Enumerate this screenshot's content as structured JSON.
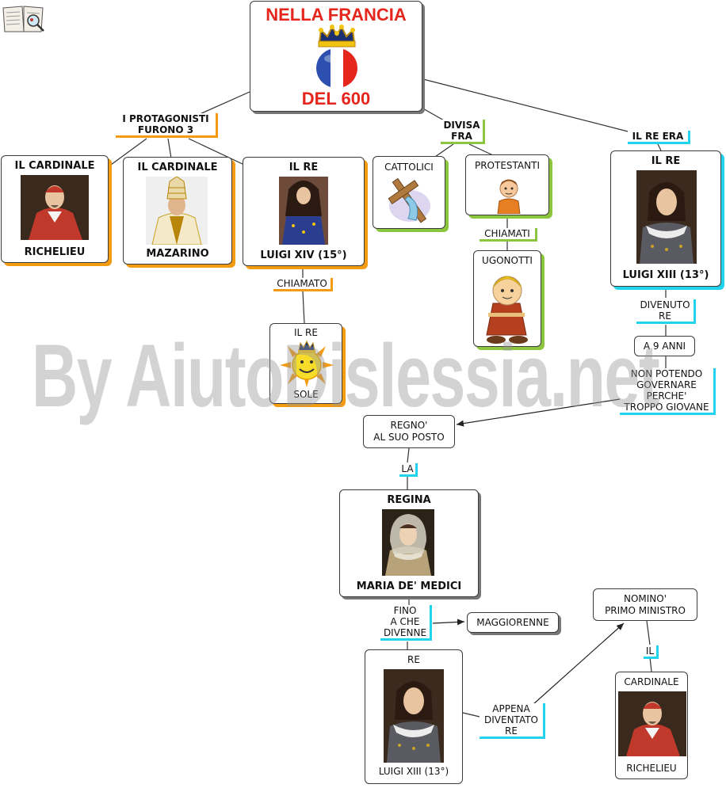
{
  "title": {
    "top": "NELLA FRANCIA",
    "bottom": "DEL 600"
  },
  "links": {
    "protagonisti": "I PROTAGONISTI\nFURONO 3",
    "divisa": "DIVISA\nFRA",
    "re_era": "IL RE ERA",
    "chiamato": "CHIAMATO",
    "chiamati": "CHIAMATI",
    "divenuto": "DIVENUTO\nRE",
    "non_potendo": "NON POTENDO\nGOVERNARE\nPERCHE'\nTROPPO GIOVANE",
    "la": "LA",
    "fino": "FINO\nA CHE\nDIVENNE",
    "appena": "APPENA\nDIVENTATO\nRE",
    "il": "IL"
  },
  "nodes": {
    "richelieu": {
      "top": "IL CARDINALE",
      "bottom": "RICHELIEU"
    },
    "mazarino": {
      "top": "IL CARDINALE",
      "bottom": "MAZARINO"
    },
    "luigi14": {
      "top": "IL RE",
      "bottom": "LUIGI XIV (15°)"
    },
    "re_sole": {
      "top": "IL RE",
      "bottom": "SOLE"
    },
    "cattolici": "CATTOLICI",
    "protestanti": "PROTESTANTI",
    "ugonotti": "UGONOTTI",
    "luigi13_top": {
      "top": "IL RE",
      "bottom": "LUIGI XIII (13°)"
    },
    "a9anni": "A 9 ANNI",
    "regno": "REGNO'\nAL SUO POSTO",
    "regina": {
      "top": "REGINA",
      "bottom": "MARIA DE' MEDICI"
    },
    "maggiorenne": "MAGGIORENNE",
    "luigi13_bottom": {
      "top": "RE",
      "bottom": "LUIGI XIII (13°)"
    },
    "nomino": "NOMINO'\nPRIMO MINISTRO",
    "richelieu2": {
      "top": "CARDINALE",
      "bottom": "RICHELIEU"
    }
  },
  "watermark": "By AiutoDislessia.net",
  "colors": {
    "orange": "#f39c12",
    "green": "#8cc63f",
    "cyan": "#22d3ee",
    "title_red": "#e4261c"
  }
}
